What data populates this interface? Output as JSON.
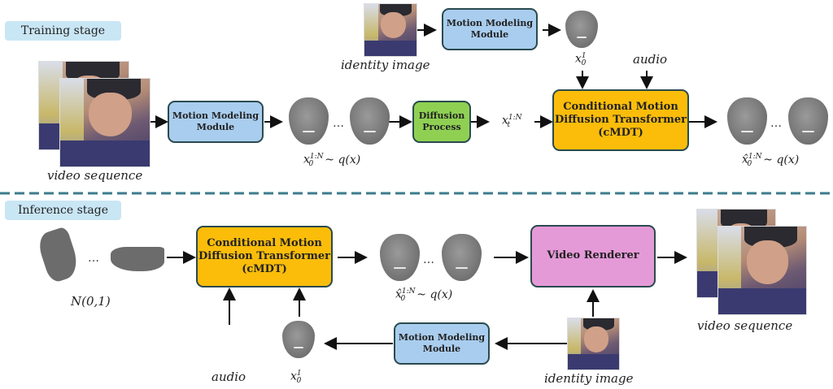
{
  "training": {
    "stage_label": "Training stage",
    "video_sequence_label": "video sequence",
    "identity_image_label": "identity image",
    "motion_module_top": "Motion Modeling\nModule",
    "motion_module_main": "Motion Modeling\nModule",
    "diffusion_process": "Diffusion\nProcess",
    "cmdt": "Conditional Motion\nDiffusion Transformer\n(cMDT)",
    "x0_1_base": "x",
    "x0_1_sup": "1",
    "x0_1_sub": "0",
    "audio_label": "audio",
    "x0_seq_base": "x",
    "x0_seq_sup": "1:N",
    "x0_seq_sub": "0",
    "x0_seq_tail": "~ q(x)",
    "xt_base": "x",
    "xt_sup": "1:N",
    "xt_sub": "t",
    "xhat_base": "x̂",
    "xhat_sup": "1:N",
    "xhat_sub": "0",
    "xhat_tail": "~ q(x)",
    "ellipsis": "…"
  },
  "inference": {
    "stage_label": "Inference stage",
    "noise_label": "N(0,1)",
    "cmdt": "Conditional Motion\nDiffusion Transformer\n(cMDT)",
    "xhat_base": "x̂",
    "xhat_sup": "1:N",
    "xhat_sub": "0",
    "xhat_tail": "~ q(x)",
    "video_renderer": "Video Renderer",
    "video_sequence_label": "video sequence",
    "motion_module": "Motion Modeling\nModule",
    "identity_image_label": "identity image",
    "audio_label": "audio",
    "x0_1_base": "x",
    "x0_1_sup": "1",
    "x0_1_sub": "0",
    "ellipsis": "…"
  },
  "colors": {
    "stage_pill": "#c9e6f5",
    "motion_module": "#a9cdee",
    "diffusion_process": "#8fd053",
    "cmdt": "#fbbd0a",
    "video_renderer": "#e59ad8",
    "divider": "#3d7b8e"
  }
}
